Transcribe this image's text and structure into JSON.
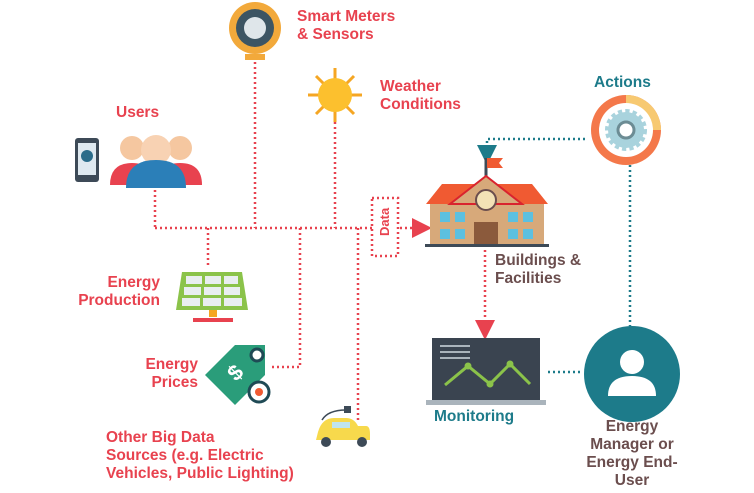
{
  "labels": {
    "smart_meters": "Smart Meters\n& Sensors",
    "weather": "Weather\nConditions",
    "users": "Users",
    "actions": "Actions",
    "data": "Data",
    "buildings": "Buildings &\nFacilities",
    "energy_production": "Energy\nProduction",
    "energy_prices": "Energy\nPrices",
    "other_sources": "Other Big Data\nSources (e.g. Electric\nVehicles, Public Lighting)",
    "monitoring": "Monitoring",
    "manager": "Energy\nManager or\nEnergy End-\nUser"
  },
  "colors": {
    "red": "#e8424f",
    "teal": "#1d7b8a",
    "brown": "#6b4e4e"
  }
}
